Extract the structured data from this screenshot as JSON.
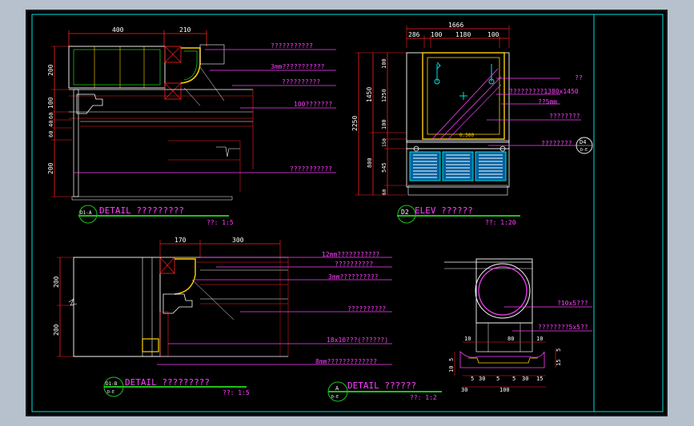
{
  "colors": {
    "background": "#b6c1cd",
    "paper": "#000000",
    "frame": "#00e0e0",
    "dimension": "#ff2020",
    "leader": "#ff40ff",
    "geometry": "#ffffff",
    "hidden": "#20c020",
    "accent": "#ffd000"
  },
  "detail_d1a": {
    "dims_top": [
      "400",
      "210"
    ],
    "dims_left": [
      "200",
      "100",
      "60",
      "40",
      "60",
      "200"
    ],
    "notes": [
      "???????????",
      "3mm???????????",
      "??????????",
      "100???????",
      "???????????"
    ],
    "title": "DETAIL  ?????????",
    "bubble": "D1-A",
    "scale": "??: 1:5"
  },
  "elev_d2": {
    "dims_top_total": "1666",
    "dims_top": [
      "286",
      "100",
      "1180",
      "100"
    ],
    "dims_left_outer": [
      "1450",
      "2250"
    ],
    "dims_left_inner": [
      "100",
      "1250",
      "100",
      "150",
      "800",
      "545",
      "60"
    ],
    "notes": [
      "??",
      "?????????1380x1450",
      "??5mm",
      "????????",
      "????????"
    ],
    "mark_d4": "D4",
    "mark_d4_sub": "D-E",
    "small_label": "0.500",
    "title": "ELEV   ??????",
    "bubble": "D2",
    "scale": "??: 1:20"
  },
  "detail_d1b": {
    "dims_top": [
      "170",
      "300"
    ],
    "dims_left": [
      "200",
      "200"
    ],
    "notes": [
      "12mm???????????",
      "??????????",
      "3mm??????????",
      "??????????",
      "18x10???(??????)",
      "8mm?????????????"
    ],
    "title": "DETAIL  ?????????",
    "bubble_top": "D1-B",
    "bubble_bottom": "D-E",
    "scale": "??: 1:5"
  },
  "detail_a": {
    "notes": [
      "?10x5???",
      "????????5x5??"
    ],
    "dims_mid": [
      "10",
      "80",
      "10"
    ],
    "dims_bottom": [
      "5",
      "30",
      "5",
      "5",
      "30",
      "15"
    ],
    "dims_total": [
      "30",
      "100"
    ],
    "dims_side": [
      "10",
      "5"
    ],
    "dims_right": [
      "5",
      "15"
    ],
    "title": "DETAIL  ??????",
    "bubble_top": "A",
    "bubble_bottom": "D-E",
    "scale": "??: 1:2"
  }
}
